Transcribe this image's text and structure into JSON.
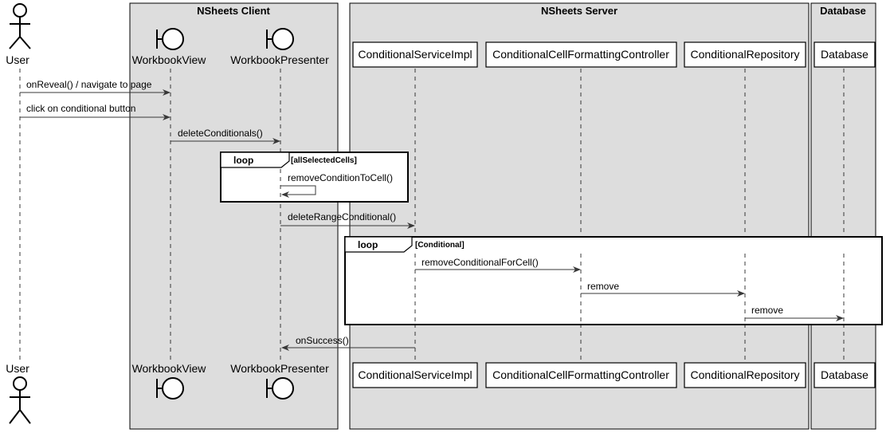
{
  "boxes": [
    {
      "title": "NSheets Client"
    },
    {
      "title": "NSheets Server"
    },
    {
      "title": "Database"
    }
  ],
  "participants": [
    {
      "name": "User",
      "kind": "actor"
    },
    {
      "name": "WorkbookView",
      "kind": "boundary"
    },
    {
      "name": "WorkbookPresenter",
      "kind": "boundary"
    },
    {
      "name": "ConditionalServiceImpl",
      "kind": "participant"
    },
    {
      "name": "ConditionalCellFormattingController",
      "kind": "participant"
    },
    {
      "name": "ConditionalRepository",
      "kind": "participant"
    },
    {
      "name": "Database",
      "kind": "participant"
    }
  ],
  "messages": [
    {
      "from": "User",
      "to": "WorkbookView",
      "label": "onReveal() / navigate to page"
    },
    {
      "from": "User",
      "to": "WorkbookView",
      "label": "click on conditional button"
    },
    {
      "from": "WorkbookView",
      "to": "WorkbookPresenter",
      "label": "deleteConditionals()"
    },
    {
      "from": "WorkbookPresenter",
      "to": "WorkbookPresenter",
      "label": "removeConditionToCell()"
    },
    {
      "from": "WorkbookPresenter",
      "to": "ConditionalServiceImpl",
      "label": "deleteRangeConditional()"
    },
    {
      "from": "ConditionalServiceImpl",
      "to": "ConditionalCellFormattingController",
      "label": "removeConditionalForCell()"
    },
    {
      "from": "ConditionalCellFormattingController",
      "to": "ConditionalRepository",
      "label": "remove"
    },
    {
      "from": "ConditionalRepository",
      "to": "Database",
      "label": "remove"
    },
    {
      "from": "ConditionalServiceImpl",
      "to": "WorkbookPresenter",
      "label": "onSuccess()"
    }
  ],
  "loops": [
    {
      "keyword": "loop",
      "guard": "[allSelectedCells]"
    },
    {
      "keyword": "loop",
      "guard": "[Conditional]"
    }
  ],
  "colors": {
    "box_fill": "#dddddd",
    "box_border": "#000000",
    "participant_fill": "#fefefe",
    "line": "#383838",
    "frame_fill": "#ffffff"
  }
}
